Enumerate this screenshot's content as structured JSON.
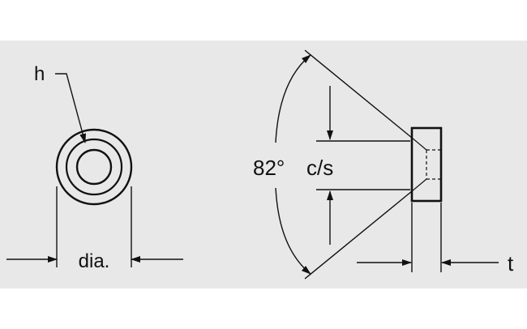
{
  "labels": {
    "hole_depth": "h",
    "diameter": "dia.",
    "countersink_angle": "82°",
    "countersink": "c/s",
    "thickness": "t"
  },
  "colors": {
    "panel_background": "#e8e8e8",
    "page_background": "#ffffff",
    "line": "#111111"
  }
}
